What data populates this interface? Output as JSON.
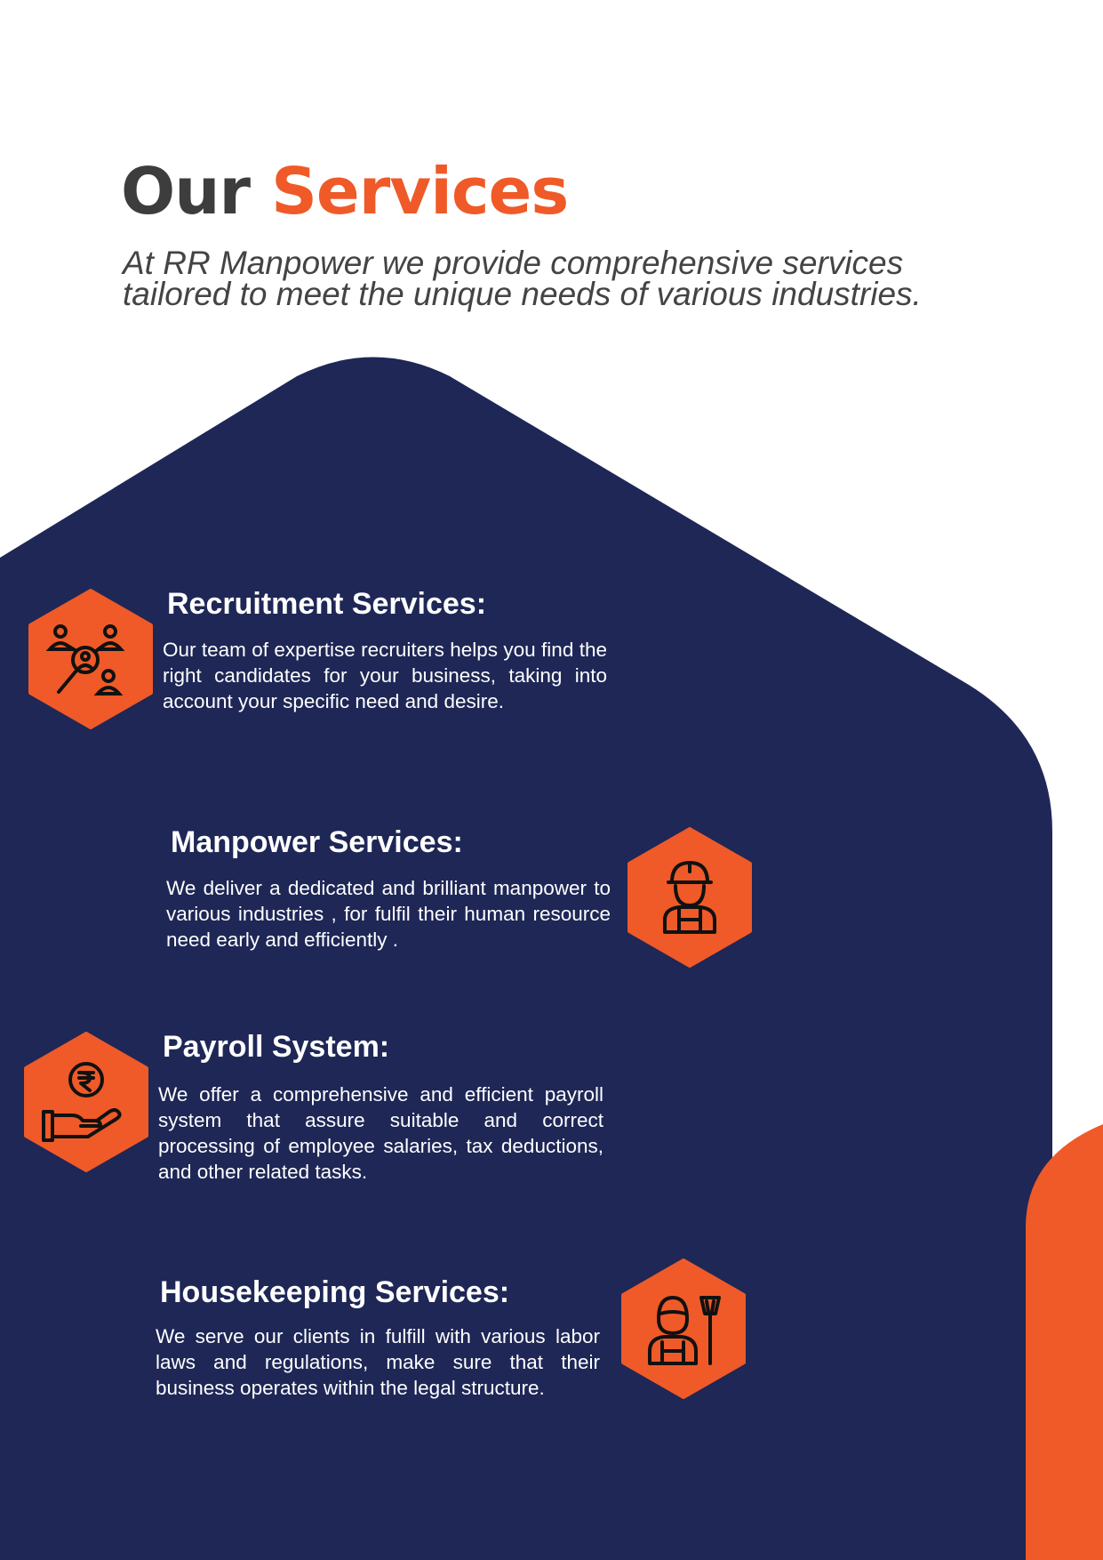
{
  "header": {
    "title_part1": "Our",
    "title_part2": "Services",
    "subtitle_line1": "At RR Manpower  we provide comprehensive services",
    "subtitle_line2": "tailored to meet the unique needs of various industries."
  },
  "colors": {
    "navy": "#1e2756",
    "orange": "#ef5a28",
    "title_dark": "#3d3d3d",
    "subtitle_gray": "#444444",
    "text_white": "#ffffff"
  },
  "services": [
    {
      "title": "Recruitment Services:",
      "description": "Our team of expertise recruiters helps you find the right candidates for your business, taking into account your specific need and desire.",
      "icon": "recruitment-network-icon"
    },
    {
      "title": "Manpower Services:",
      "description": "We deliver a dedicated and brilliant manpower to various industries , for fulfil their human resource need early and efficiently .",
      "icon": "construction-worker-icon"
    },
    {
      "title": "Payroll System:",
      "description": "We offer a comprehensive and efficient payroll system that assure suitable and correct processing of employee salaries, tax deductions, and other related tasks.",
      "icon": "rupee-hand-icon"
    },
    {
      "title": "Housekeeping Services:",
      "description": "We serve our clients in fulfill with various labor laws and regulations, make sure that their business operates within the legal structure.",
      "icon": "housekeeper-broom-icon"
    }
  ]
}
